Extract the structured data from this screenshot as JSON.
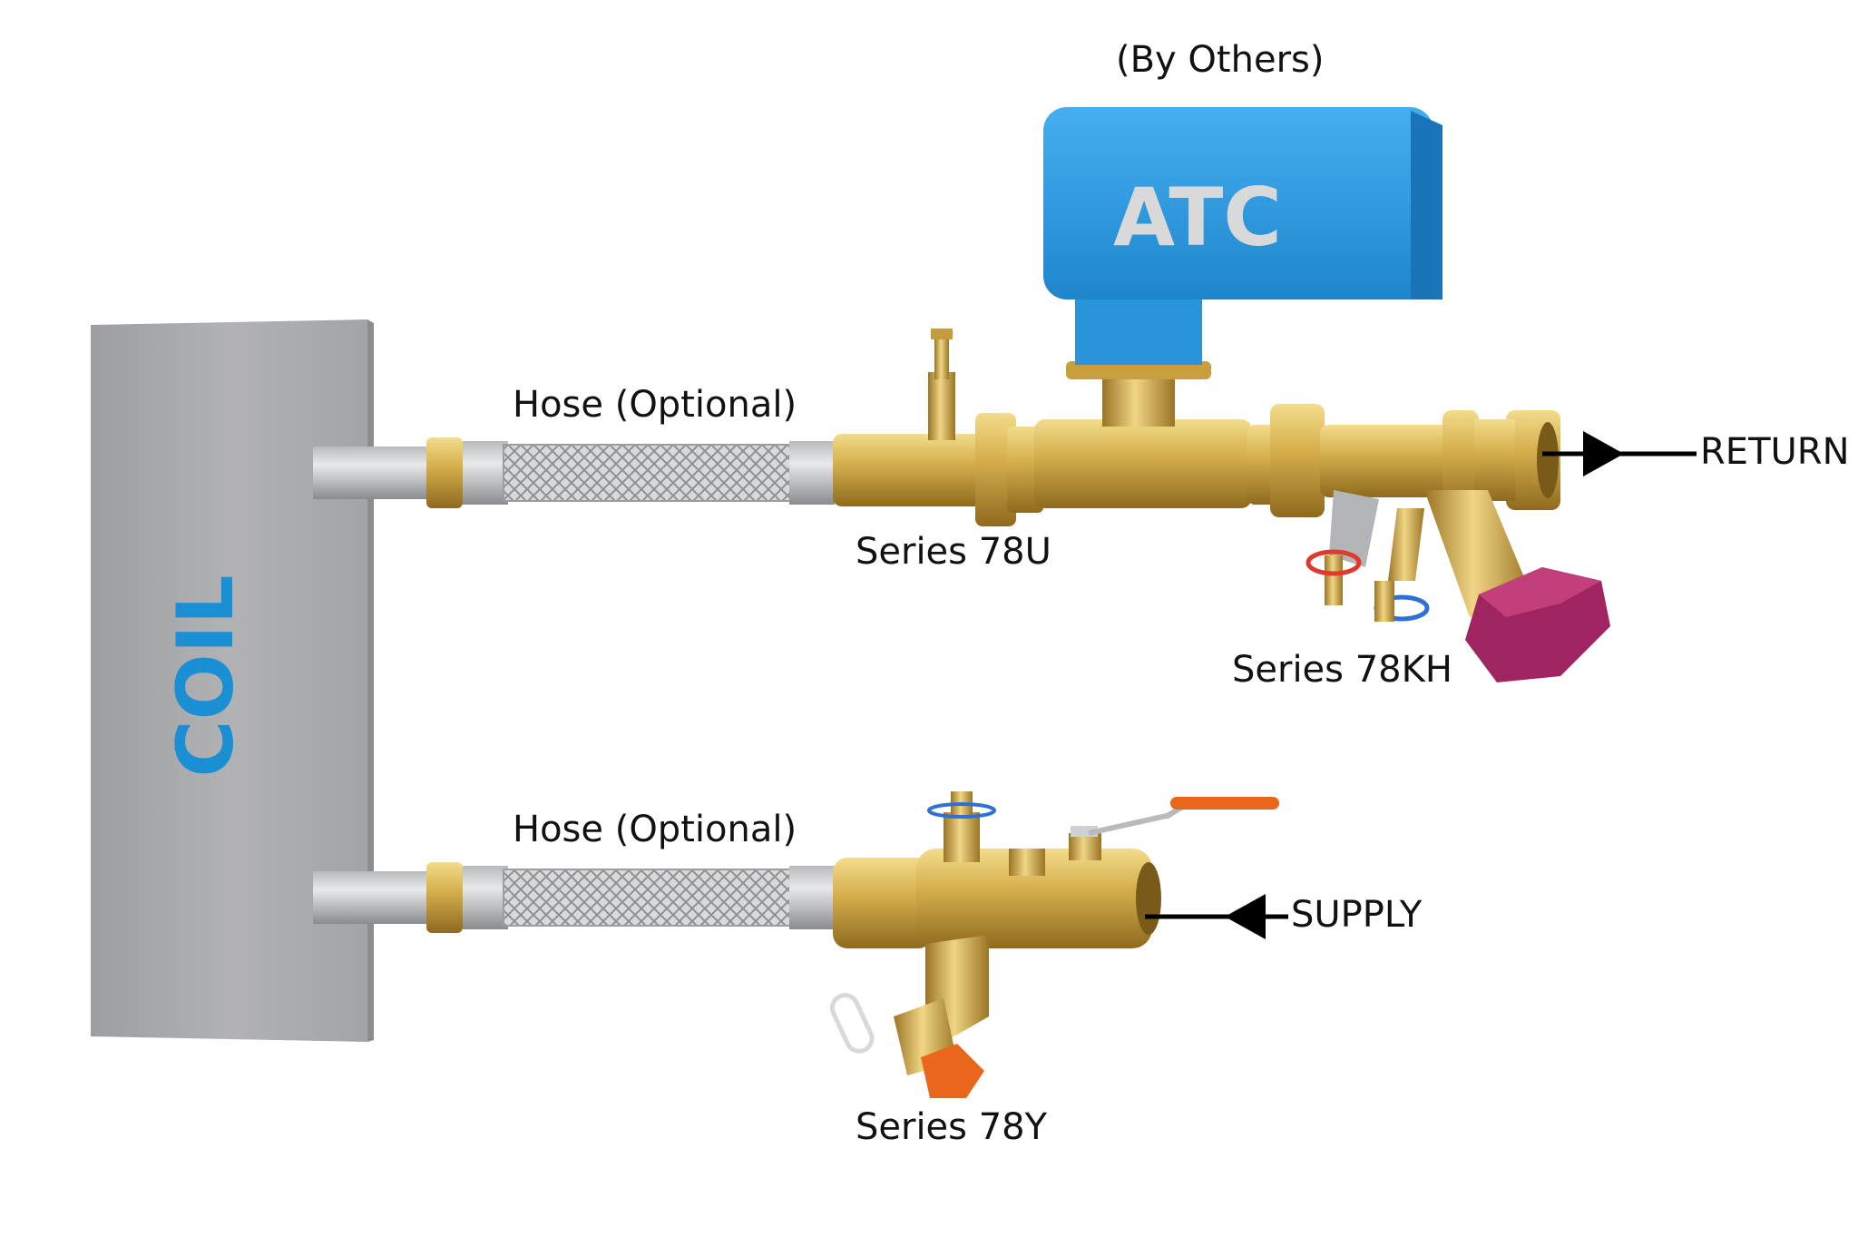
{
  "diagram": {
    "atc_header": "(By Others)",
    "atc_label": "ATC",
    "coil_label": "COIL",
    "return_line": {
      "hose_label": "Hose (Optional)",
      "valve_label": "Series 78U",
      "balancing_label": "Series 78KH",
      "flow_label": "RETURN"
    },
    "supply_line": {
      "hose_label": "Hose (Optional)",
      "valve_label": "Series 78Y",
      "flow_label": "SUPPLY"
    }
  },
  "colors": {
    "coil_gray": "#a7a8aa",
    "coil_text": "#1a8fd4",
    "atc_blue": "#2f9be0",
    "atc_text": "#d9d9d9",
    "brass": "#d6b04e",
    "handwheel": "#a0245f",
    "supply_cap": "#e8671c",
    "handle": "#e8671c",
    "arrow": "#000000"
  }
}
